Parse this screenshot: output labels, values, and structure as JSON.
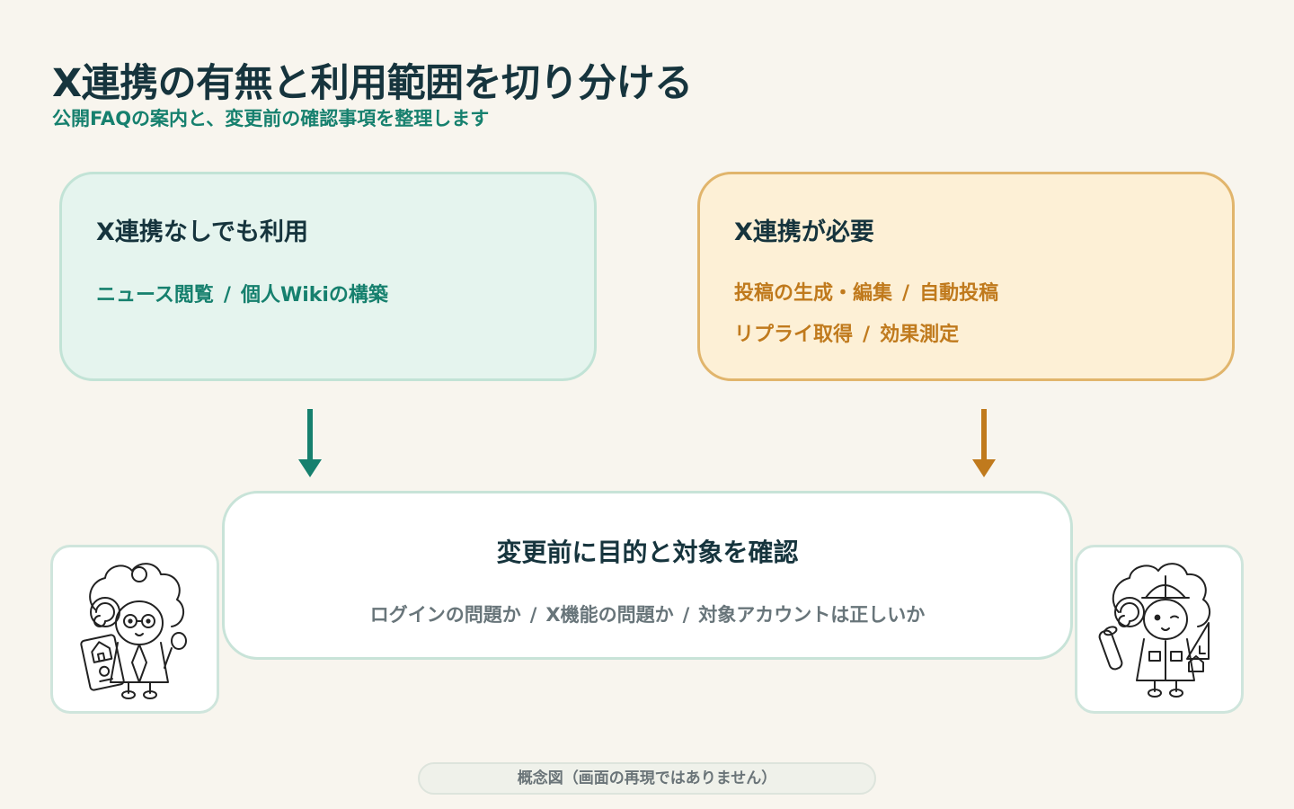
{
  "header": {
    "title": "X連携の有無と利用範囲を切り分ける",
    "subtitle": "公開FAQの案内と、変更前の確認事項を整理します"
  },
  "left_card": {
    "title": "X連携なしでも利用",
    "items": [
      "ニュース閲覧",
      "個人Wikiの構築"
    ]
  },
  "right_card": {
    "title": "X連携が必要",
    "line1": [
      "投稿の生成・編集",
      "自動投稿"
    ],
    "line2": [
      "リプライ取得",
      "効果測定"
    ]
  },
  "center": {
    "title": "変更前に目的と対象を確認",
    "items": [
      "ログインの問題か",
      "X機能の問題か",
      "対象アカウントは正しいか"
    ]
  },
  "separator": "/",
  "caption": "概念図（画面の再現ではありません）",
  "colors": {
    "teal": "#16806e",
    "amber": "#c07a1d",
    "dark": "#16343d",
    "background": "#f8f5ee"
  },
  "icons": {
    "left_arrow": "arrow-down-icon",
    "right_arrow": "arrow-down-icon",
    "left_character": "sheep-scholar-icon",
    "right_character": "sheep-builder-icon"
  }
}
